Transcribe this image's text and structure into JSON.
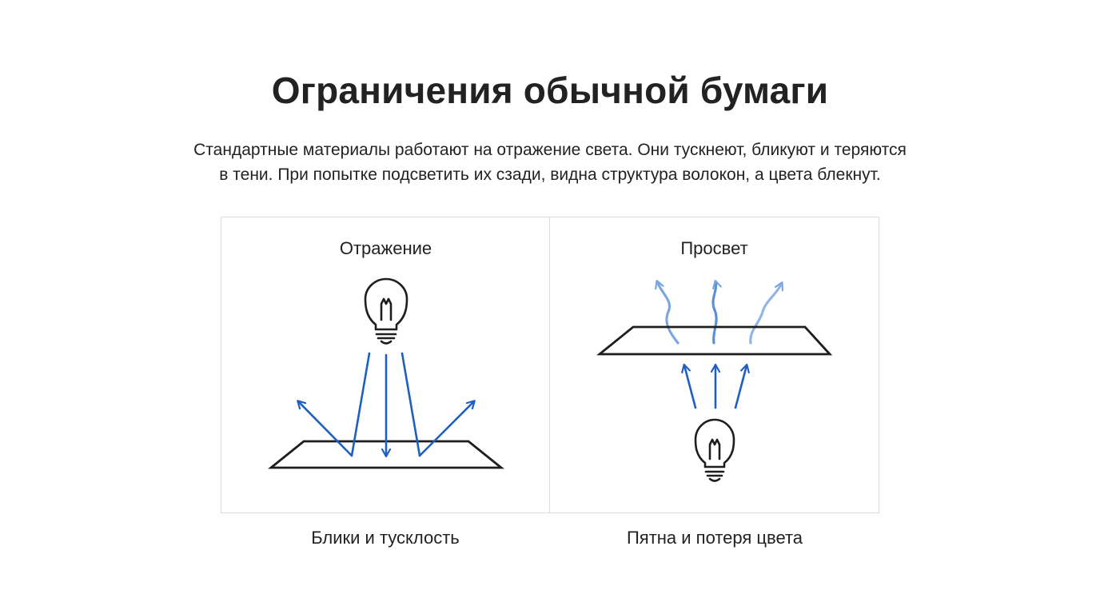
{
  "title": "Ограничения обычной бумаги",
  "subtitle": {
    "line1": "Стандартные материалы работают на отражение света. Они тускнеют, бликуют и теряются",
    "line2": "в тени. При попытке подсветить их сзади, видна структура волокон, а цвета блекнут."
  },
  "panels": [
    {
      "title": "Отражение",
      "caption": "Блики и тусклость",
      "icons": [
        "light-bulb-icon",
        "paper-sheet",
        "light-ray-arrows"
      ]
    },
    {
      "title": "Просвет",
      "caption": "Пятна и потеря цвета",
      "icons": [
        "light-bulb-icon",
        "paper-sheet",
        "light-ray-arrows",
        "faded-wavy-arrows"
      ]
    }
  ],
  "colors": {
    "text": "#222222",
    "ray": "#1f5fbf",
    "ray_faded": "#7aa6e0",
    "outline": "#1e1e1e",
    "panel_border": "#dcdcdc"
  }
}
